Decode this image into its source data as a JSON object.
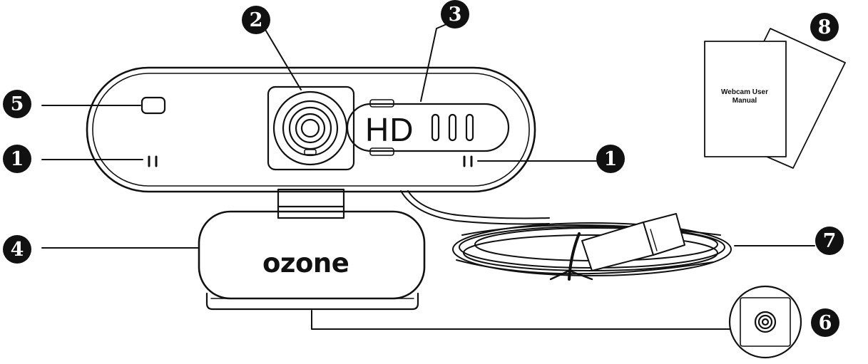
{
  "device": {
    "hd_label": "HD",
    "brand_label": "ozone"
  },
  "manual": {
    "title_line1": "Webcam User",
    "title_line2": "Manual"
  },
  "callouts": {
    "mic_left": "1",
    "mic_right": "1",
    "lens": "2",
    "hd_strip": "3",
    "clip": "4",
    "indicator_led": "5",
    "tripod_mount": "6",
    "usb_cable": "7",
    "user_manual": "8"
  }
}
